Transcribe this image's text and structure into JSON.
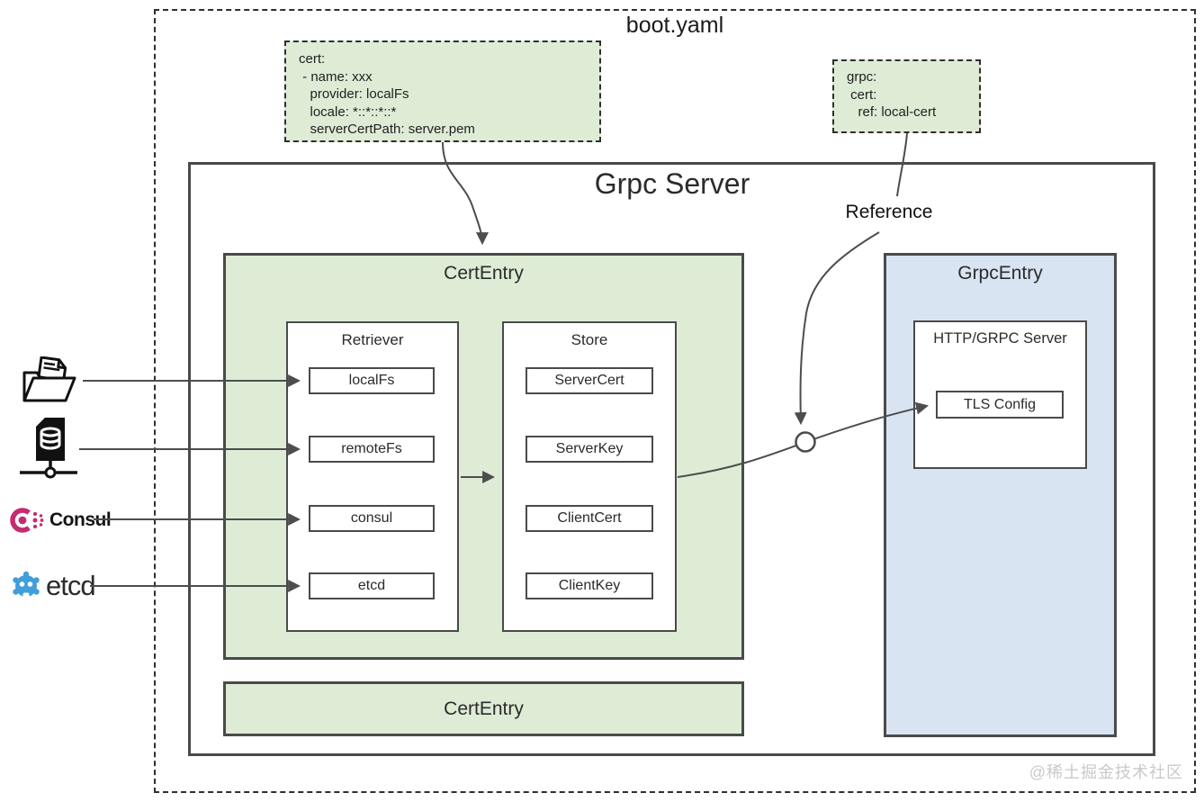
{
  "page": {
    "title": "boot.yaml",
    "watermark": "@稀土掘金技术社区"
  },
  "yaml_cert_box": {
    "lines": [
      "cert:",
      " - name: xxx",
      "   provider: localFs",
      "   locale: *::*::*::*",
      "   serverCertPath: server.pem"
    ]
  },
  "yaml_grpc_box": {
    "lines": [
      "grpc:",
      " cert:",
      "   ref: local-cert"
    ]
  },
  "server": {
    "title": "Grpc Server",
    "reference_label": "Reference"
  },
  "cert_entry": {
    "title": "CertEntry",
    "retriever": {
      "title": "Retriever",
      "items": [
        "localFs",
        "remoteFs",
        "consul",
        "etcd"
      ]
    },
    "store": {
      "title": "Store",
      "items": [
        "ServerCert",
        "ServerKey",
        "ClientCert",
        "ClientKey"
      ]
    }
  },
  "grpc_entry": {
    "title": "GrpcEntry",
    "http_server": {
      "title": "HTTP/GRPC Server",
      "tls_label": "TLS Config"
    }
  },
  "cert_entry_bottom": {
    "title": "CertEntry"
  },
  "sources": {
    "consul_label": "Consul",
    "etcd_label": "etcd"
  },
  "colors": {
    "green_fill": "#deecd6",
    "blue_fill": "#d8e4f2",
    "border_dark": "#4a4a4a",
    "arrow": "#4d4d4d",
    "consul_pink": "#c62a71",
    "etcd_blue": "#419eda",
    "watermark_gray": "#c9c9c9"
  }
}
